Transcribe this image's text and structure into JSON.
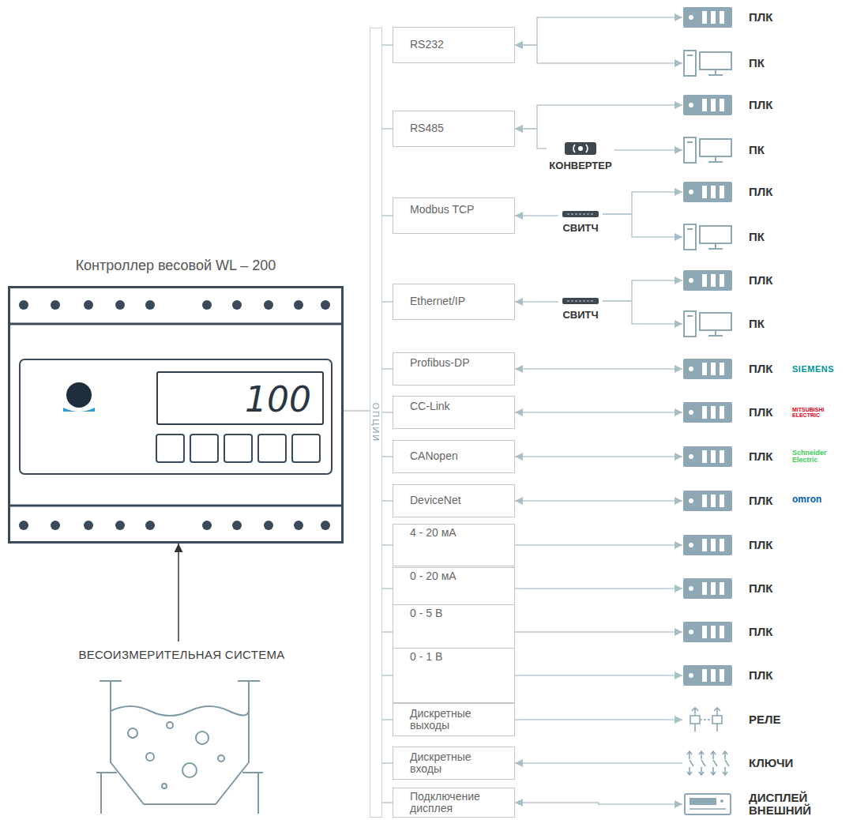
{
  "diagram": {
    "nodes": [
      {
        "text": [
          "Контроллер весовой WL – 200"
        ]
      },
      {
        "text": [
          "100"
        ],
        "in": 0
      },
      {
        "text": [
          "ВЕСОИЗМЕРИТЕЛЬНАЯ СИСТЕМА"
        ]
      },
      {
        "text": [
          "ОПЦИИ"
        ]
      },
      {
        "text": [
          "RS232"
        ]
      },
      {
        "text": [
          "RS485"
        ]
      },
      {
        "text": [
          "Modbus TCP"
        ]
      },
      {
        "text": [
          "Ethernet/IP"
        ]
      },
      {
        "text": [
          "Profibus-DP"
        ]
      },
      {
        "text": [
          "CC-Link"
        ]
      },
      {
        "text": [
          "CANopen"
        ]
      },
      {
        "text": [
          "DeviceNet"
        ]
      },
      {
        "text": [
          "4 - 20 мА"
        ]
      },
      {
        "text": [
          "0 - 20 мА"
        ]
      },
      {
        "text": [
          "0 - 5 В"
        ]
      },
      {
        "text": [
          "0 - 1 В"
        ]
      },
      {
        "text": [
          "Дискретные выходы"
        ]
      },
      {
        "text": [
          "Дискретные входы"
        ]
      },
      {
        "text": [
          "Подключение дисплея"
        ]
      },
      {
        "text": [
          "ПЛК"
        ]
      },
      {
        "text": [
          "ПК"
        ]
      },
      {
        "text": [
          "ПЛК"
        ]
      },
      {
        "text": [
          "КОНВЕРТЕР"
        ]
      },
      {
        "text": [
          "ПК"
        ]
      },
      {
        "text": [
          "СВИТЧ"
        ]
      },
      {
        "text": [
          "ПЛК"
        ]
      },
      {
        "text": [
          "ПК"
        ]
      },
      {
        "text": [
          "СВИТЧ"
        ]
      },
      {
        "text": [
          "ПЛК"
        ]
      },
      {
        "text": [
          "ПК"
        ]
      },
      {
        "text": [
          "ПЛК"
        ]
      },
      {
        "text": [
          "ПЛК"
        ]
      },
      {
        "text": [
          "ПЛК"
        ]
      },
      {
        "text": [
          "ПЛК"
        ]
      },
      {
        "text": [
          "ПЛК"
        ]
      },
      {
        "text": [
          "ПЛК"
        ]
      },
      {
        "text": [
          "ПЛК"
        ]
      },
      {
        "text": [
          "ПЛК"
        ]
      },
      {
        "text": [
          "РЕЛЕ"
        ]
      },
      {
        "text": [
          "КЛЮЧИ"
        ]
      },
      {
        "text": [
          "ДИСПЛЕЙ ВНЕШНИЙ"
        ]
      }
    ],
    "edges": [
      {
        "from": 2,
        "to": 0,
        "arrow": "to"
      },
      {
        "from": 0,
        "to": 3,
        "arrow": "none"
      },
      {
        "from": 3,
        "to": 4,
        "arrow": "none"
      },
      {
        "from": 3,
        "to": 5,
        "arrow": "none"
      },
      {
        "from": 3,
        "to": 6,
        "arrow": "none"
      },
      {
        "from": 3,
        "to": 7,
        "arrow": "none"
      },
      {
        "from": 3,
        "to": 8,
        "arrow": "none"
      },
      {
        "from": 3,
        "to": 9,
        "arrow": "none"
      },
      {
        "from": 3,
        "to": 10,
        "arrow": "none"
      },
      {
        "from": 3,
        "to": 11,
        "arrow": "none"
      },
      {
        "from": 3,
        "to": 12,
        "arrow": "none"
      },
      {
        "from": 3,
        "to": 13,
        "arrow": "none"
      },
      {
        "from": 3,
        "to": 14,
        "arrow": "none"
      },
      {
        "from": 3,
        "to": 15,
        "arrow": "none"
      },
      {
        "from": 3,
        "to": 16,
        "arrow": "none"
      },
      {
        "from": 3,
        "to": 17,
        "arrow": "none"
      },
      {
        "from": 3,
        "to": 18,
        "arrow": "none"
      },
      {
        "from": 4,
        "to": 19,
        "arrow": "both"
      },
      {
        "from": 4,
        "to": 20,
        "arrow": "both"
      },
      {
        "from": 5,
        "to": 21,
        "arrow": "both"
      },
      {
        "from": 22,
        "to": 5,
        "arrow": "to"
      },
      {
        "from": 22,
        "to": 23,
        "arrow": "to"
      },
      {
        "from": 24,
        "to": 6,
        "arrow": "to"
      },
      {
        "from": 24,
        "to": 25,
        "arrow": "to"
      },
      {
        "from": 24,
        "to": 26,
        "arrow": "to"
      },
      {
        "from": 27,
        "to": 7,
        "arrow": "to"
      },
      {
        "from": 27,
        "to": 28,
        "arrow": "to"
      },
      {
        "from": 27,
        "to": 29,
        "arrow": "to"
      },
      {
        "from": 8,
        "to": 30,
        "arrow": "both"
      },
      {
        "from": 9,
        "to": 31,
        "arrow": "both"
      },
      {
        "from": 10,
        "to": 32,
        "arrow": "both"
      },
      {
        "from": 11,
        "to": 33,
        "arrow": "both"
      },
      {
        "from": 12,
        "to": 34,
        "arrow": "to"
      },
      {
        "from": 13,
        "to": 35,
        "arrow": "to"
      },
      {
        "from": 14,
        "to": 36,
        "arrow": "to"
      },
      {
        "from": 15,
        "to": 37,
        "arrow": "to"
      },
      {
        "from": 16,
        "to": 38,
        "arrow": "to"
      },
      {
        "from": 39,
        "to": 17,
        "arrow": "to"
      },
      {
        "from": 18,
        "to": 40,
        "arrow": "both"
      }
    ],
    "labels": [
      "SIEMENS",
      "MITSUBISHI ELECTRIC",
      "Schneider Electric",
      "omron"
    ]
  }
}
